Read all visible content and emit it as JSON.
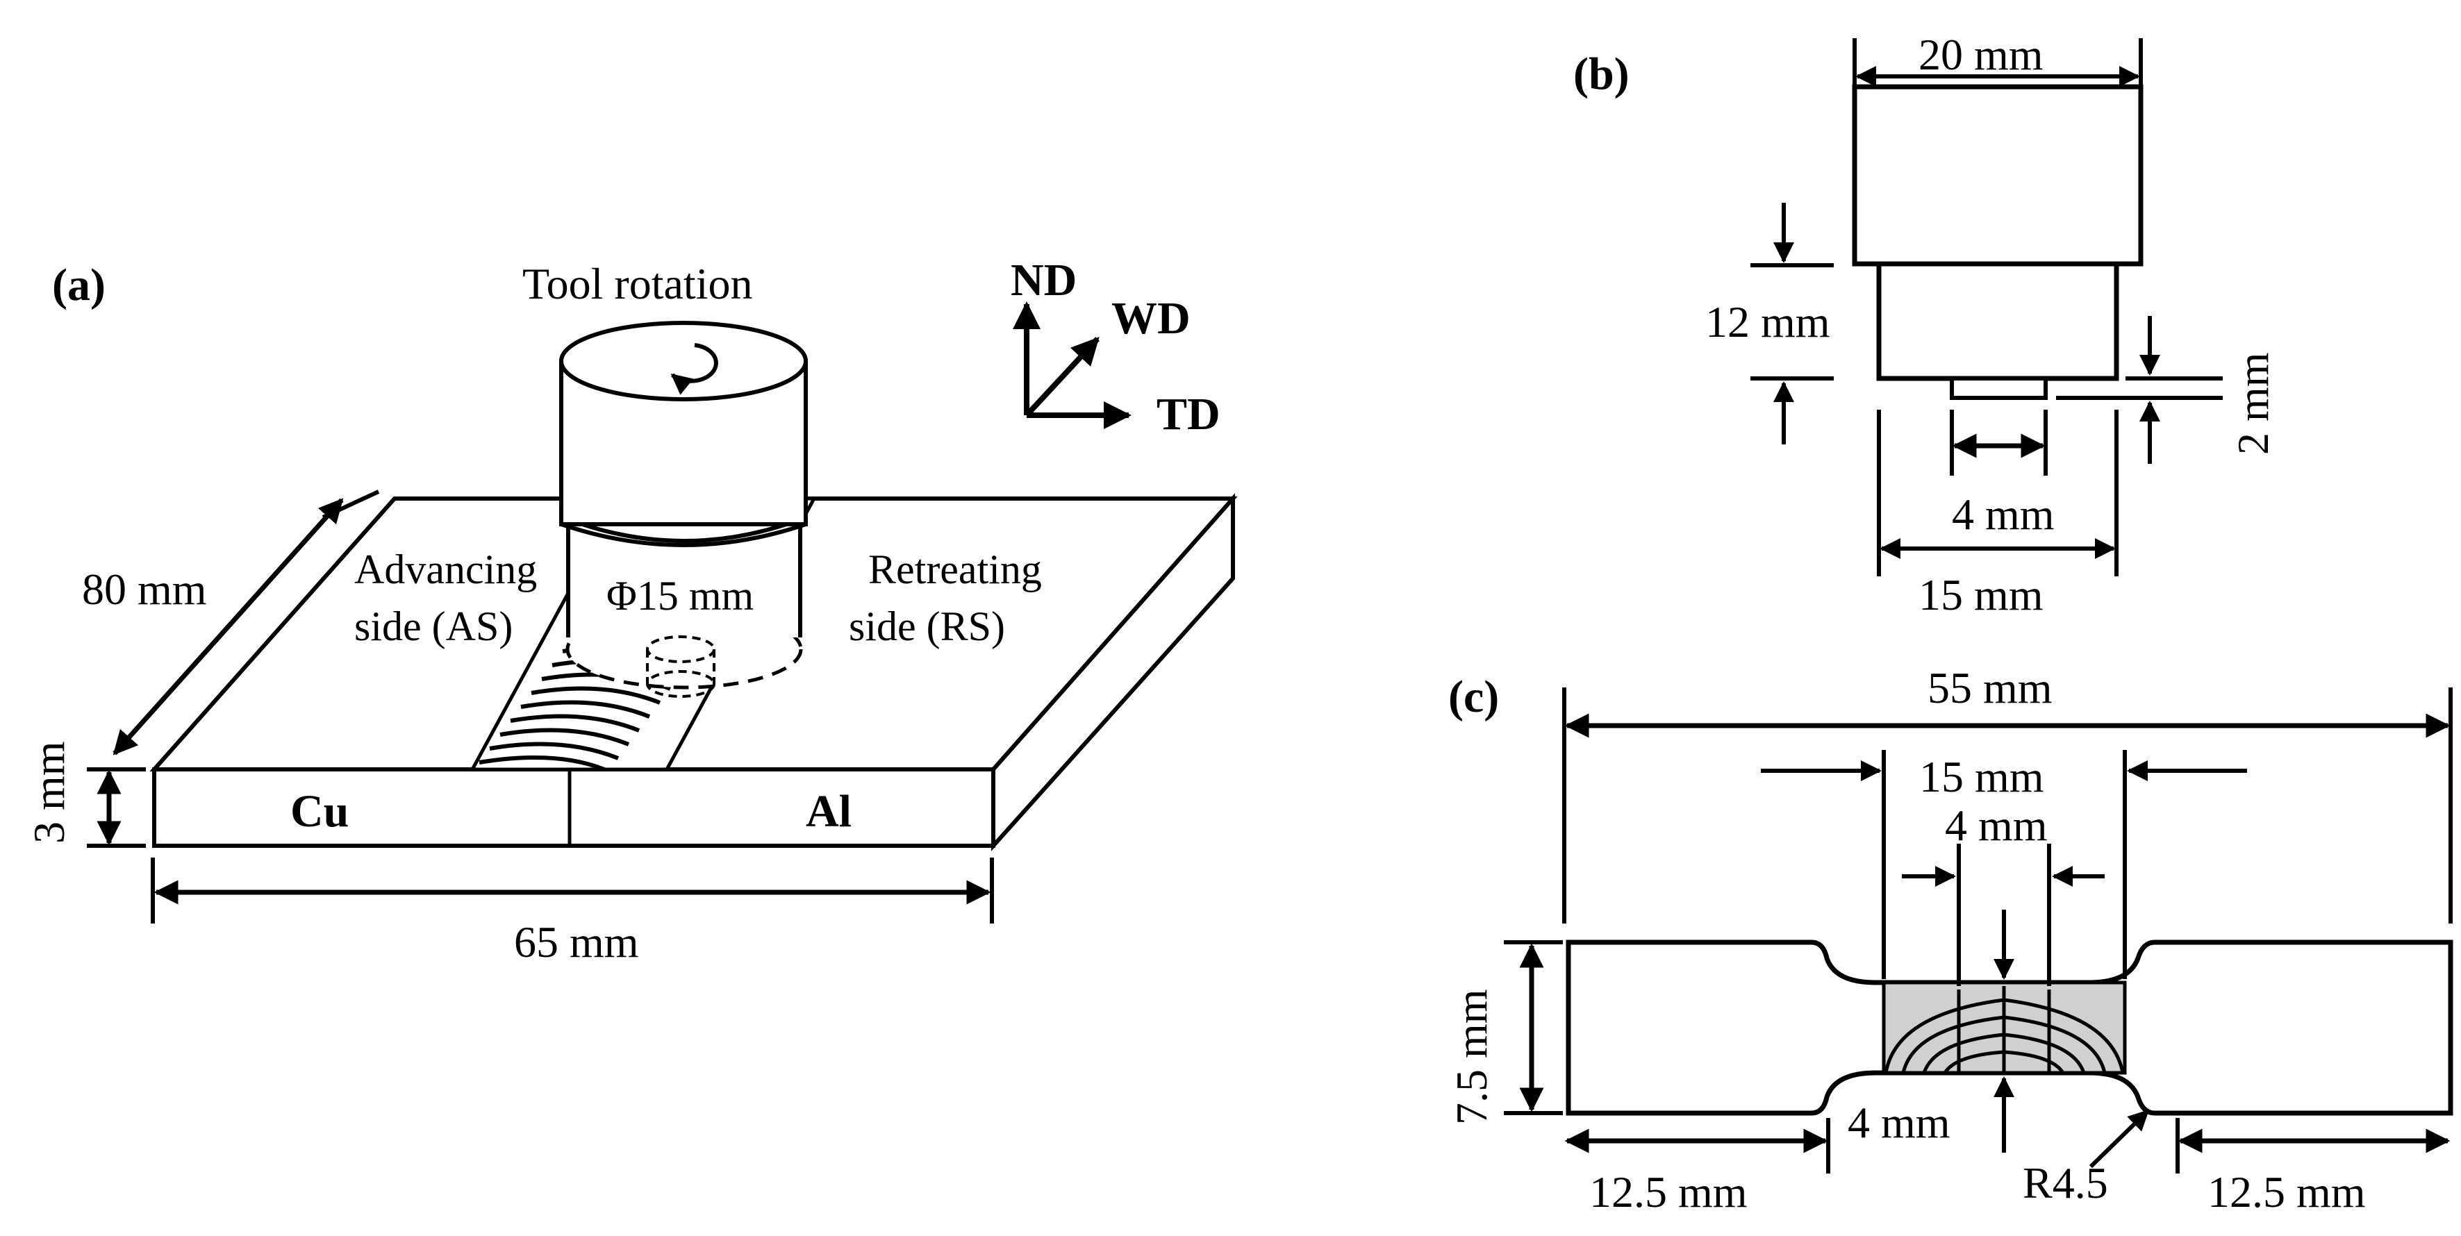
{
  "panel_a": {
    "label": "(a)",
    "title": "Tool rotation",
    "axes": {
      "nd": "ND",
      "wd": "WD",
      "td": "TD"
    },
    "length": "80 mm",
    "thickness": "3 mm",
    "width": "65 mm",
    "shoulder_diameter": "Φ15 mm",
    "advancing_line1": "Advancing",
    "advancing_line2": "side (AS)",
    "retreating_line1": "Retreating",
    "retreating_line2": "side (RS)",
    "left_material": "Cu",
    "right_material": "Al"
  },
  "panel_b": {
    "label": "(b)",
    "holder_width": "20 mm",
    "shoulder_height": "12 mm",
    "pin_length": "2 mm",
    "pin_diameter": "4 mm",
    "shoulder_diameter": "15 mm"
  },
  "panel_c": {
    "label": "(c)",
    "total_length": "55 mm",
    "gauge_length": "15 mm",
    "center_width": "4 mm",
    "grip_width": "7.5 mm",
    "gauge_width": "4 mm",
    "fillet_radius": "R4.5",
    "left_grip_length": "12.5 mm",
    "right_grip_length": "12.5 mm"
  }
}
